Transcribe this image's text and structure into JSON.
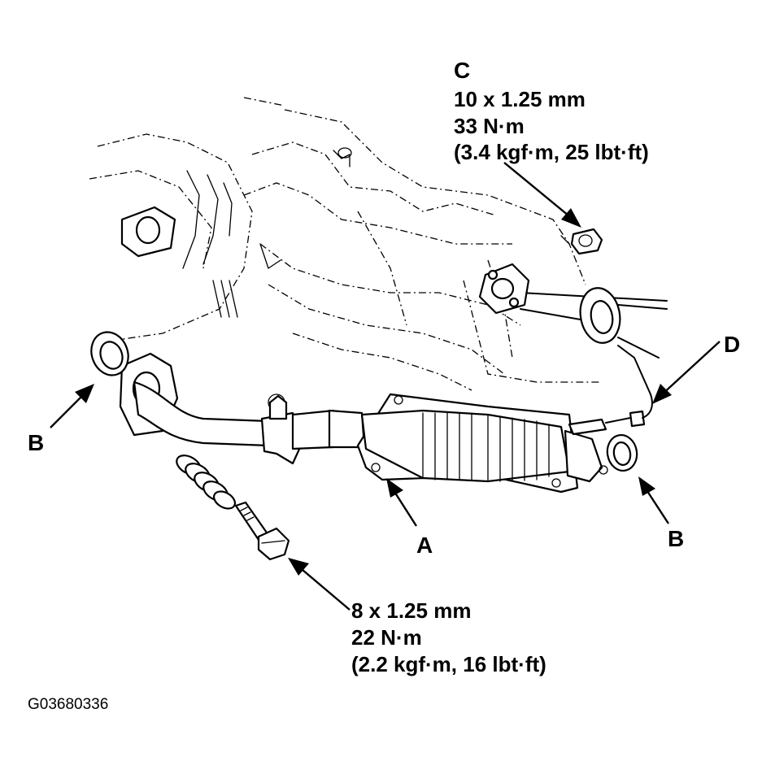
{
  "callouts": {
    "a": {
      "letter": "A"
    },
    "b_left": {
      "letter": "B"
    },
    "b_right": {
      "letter": "B"
    },
    "c": {
      "letter": "C",
      "size": "10 x 1.25 mm",
      "torque": "33 N·m",
      "alt_torque": "(3.4 kgf·m, 25 lbt·ft)"
    },
    "d": {
      "letter": "D"
    },
    "bolt": {
      "size": "8 x 1.25 mm",
      "torque": "22 N·m",
      "alt_torque": "(2.2 kgf·m, 16 lbt·ft)"
    }
  },
  "figure_code": "G03680336"
}
